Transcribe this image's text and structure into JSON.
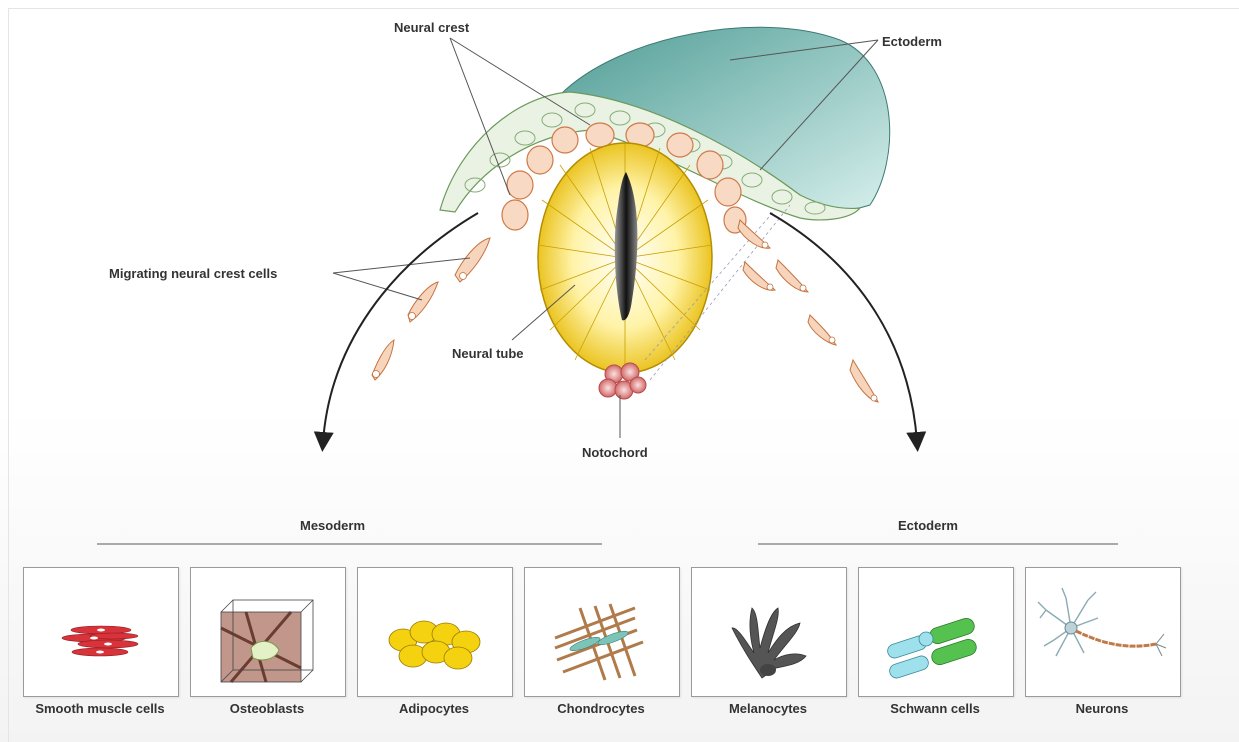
{
  "labels": {
    "neural_crest": "Neural crest",
    "ectoderm_top": "Ectoderm",
    "migrating": "Migrating neural crest cells",
    "neural_tube": "Neural tube",
    "notochord": "Notochord"
  },
  "groups": {
    "mesoderm": "Mesoderm",
    "ectoderm": "Ectoderm"
  },
  "cell_types": [
    {
      "label": "Smooth muscle cells",
      "icon": "smooth-muscle-icon"
    },
    {
      "label": "Osteoblasts",
      "icon": "osteoblast-icon"
    },
    {
      "label": "Adipocytes",
      "icon": "adipocyte-icon"
    },
    {
      "label": "Chondrocytes",
      "icon": "chondrocyte-icon"
    },
    {
      "label": "Melanocytes",
      "icon": "melanocyte-icon"
    },
    {
      "label": "Schwann cells",
      "icon": "schwann-cell-icon"
    },
    {
      "label": "Neurons",
      "icon": "neuron-icon"
    }
  ]
}
